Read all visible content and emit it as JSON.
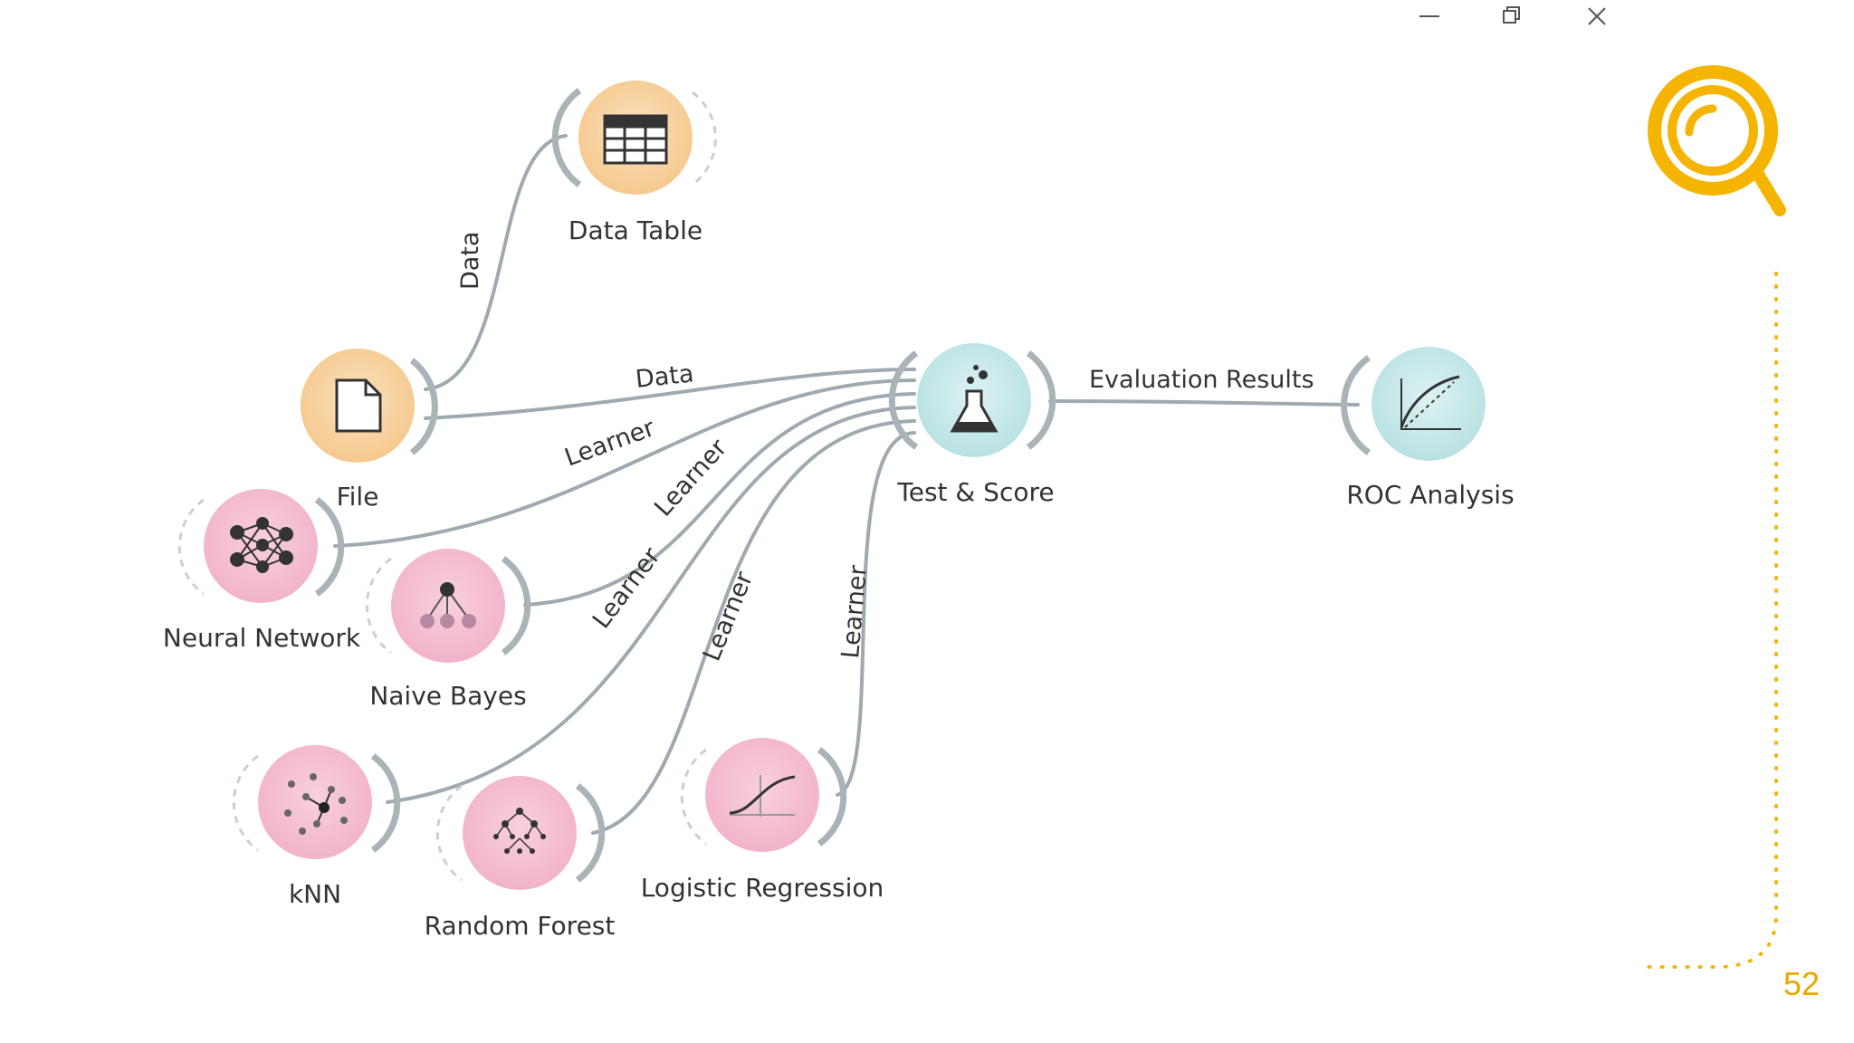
{
  "colors": {
    "data_node": "#F8D5A8",
    "model_node": "#F5C2D6",
    "eval_node": "#C6EAEA",
    "link": "#9AA7AD",
    "accent": "#F5B400",
    "page_number": "#E8A800"
  },
  "window_controls": [
    {
      "name": "minimize-icon"
    },
    {
      "name": "restore-icon"
    },
    {
      "name": "close-icon"
    }
  ],
  "nodes": {
    "data_table": {
      "label": "Data Table",
      "icon": "table-icon"
    },
    "file": {
      "label": "File",
      "icon": "file-icon"
    },
    "test_score": {
      "label": "Test & Score",
      "icon": "flask-icon"
    },
    "roc": {
      "label": "ROC Analysis",
      "icon": "roc-curve-icon"
    },
    "neural_network": {
      "label": "Neural Network",
      "icon": "network-icon"
    },
    "naive_bayes": {
      "label": "Naive Bayes",
      "icon": "bayes-icon"
    },
    "knn": {
      "label": "kNN",
      "icon": "knn-icon"
    },
    "random_forest": {
      "label": "Random Forest",
      "icon": "forest-icon"
    },
    "logistic_regression": {
      "label": "Logistic Regression",
      "icon": "sigmoid-icon"
    }
  },
  "links": {
    "file_to_table": "Data",
    "file_to_test": "Data",
    "test_to_roc": "Evaluation Results",
    "nn_to_test": "Learner",
    "nb_to_test": "Learner",
    "knn_to_test": "Learner",
    "rf_to_test": "Learner",
    "lr_to_test": "Learner"
  },
  "decoration": {
    "magnifier": "magnifier-icon"
  },
  "page_number": "52"
}
